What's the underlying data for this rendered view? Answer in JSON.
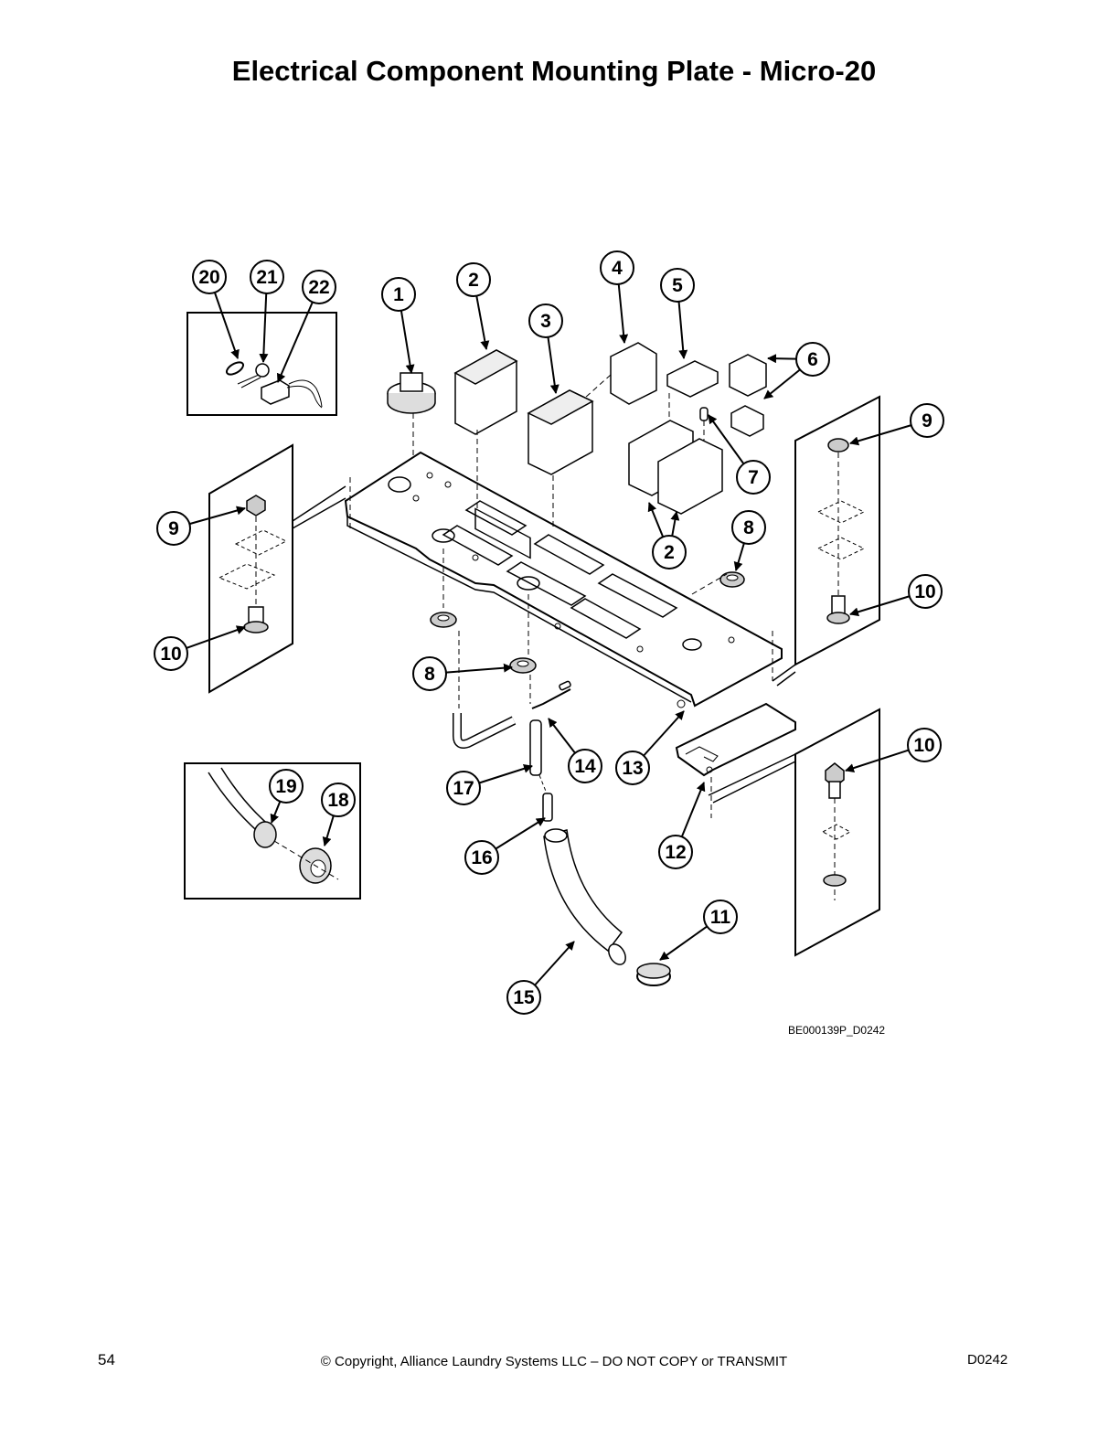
{
  "page": {
    "title": "Electrical Component Mounting Plate - Micro-20",
    "figure_code": "BE000139P_D0242",
    "page_number": "54",
    "copyright": "© Copyright, Alliance Laundry Systems LLC – DO NOT COPY or TRANSMIT",
    "doc_code": "D0242"
  },
  "callouts": [
    {
      "id": "c20",
      "label": "20"
    },
    {
      "id": "c21",
      "label": "21"
    },
    {
      "id": "c22",
      "label": "22"
    },
    {
      "id": "c1",
      "label": "1"
    },
    {
      "id": "c2a",
      "label": "2"
    },
    {
      "id": "c3",
      "label": "3"
    },
    {
      "id": "c4",
      "label": "4"
    },
    {
      "id": "c5",
      "label": "5"
    },
    {
      "id": "c6",
      "label": "6"
    },
    {
      "id": "c7",
      "label": "7"
    },
    {
      "id": "c9a",
      "label": "9"
    },
    {
      "id": "c9b",
      "label": "9"
    },
    {
      "id": "c8a",
      "label": "8"
    },
    {
      "id": "c2b",
      "label": "2"
    },
    {
      "id": "c10a",
      "label": "10"
    },
    {
      "id": "c10b",
      "label": "10"
    },
    {
      "id": "c10c",
      "label": "10"
    },
    {
      "id": "c8b",
      "label": "8"
    },
    {
      "id": "c14",
      "label": "14"
    },
    {
      "id": "c13",
      "label": "13"
    },
    {
      "id": "c17",
      "label": "17"
    },
    {
      "id": "c19",
      "label": "19"
    },
    {
      "id": "c18",
      "label": "18"
    },
    {
      "id": "c16",
      "label": "16"
    },
    {
      "id": "c12",
      "label": "12"
    },
    {
      "id": "c11",
      "label": "11"
    },
    {
      "id": "c15",
      "label": "15"
    }
  ]
}
